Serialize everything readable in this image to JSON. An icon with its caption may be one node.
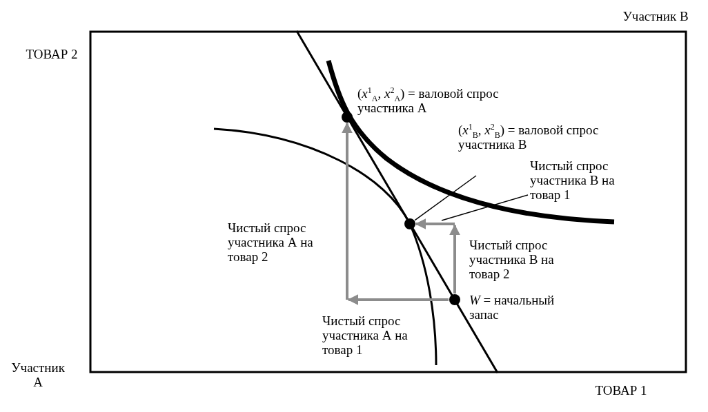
{
  "diagram": {
    "nodes": [
      {
        "text": [],
        "shape": "circle",
        "beside": [
          "(*x*$^{1}$$_{А}$, *x*$^{2}$$_{А}$) = валовой спрос участника А"
        ]
      },
      {
        "text": [
          "(*x*$^{1}$$_{В}$, *x*$^{2}$$_{В}$) = валовой спрос участника В"
        ]
      },
      {
        "text": [
          "Чистый спрос участника В на товар 1"
        ]
      },
      {
        "text": [],
        "shape": "circle"
      },
      {
        "text": [],
        "shape": "circle",
        "beside": [
          "*W* = начальный запас"
        ]
      }
    ],
    "edges": [
      {
        "from": 1,
        "to": 3,
        "arrow": "none",
        "color": "#000000"
      },
      {
        "from": 2,
        "to": null,
        "arrow": "none",
        "color": "#000000"
      },
      {
        "from": 4,
        "to": null,
        "arrow": "to"
      },
      {
        "from": null,
        "to": 0,
        "arrow": "to"
      },
      {
        "from": 4,
        "to": null,
        "arrow": "to"
      },
      {
        "from": null,
        "to": 3,
        "arrow": "to"
      }
    ],
    "labels": [
      "ТОВАР 2",
      "Участник В",
      "Чистый спрос участника А на товар 2",
      "Чистый спрос участника В на товар 2",
      "Чистый спрос участника А на товар 1",
      "Участник А",
      "ТОВАР 1"
    ]
  }
}
